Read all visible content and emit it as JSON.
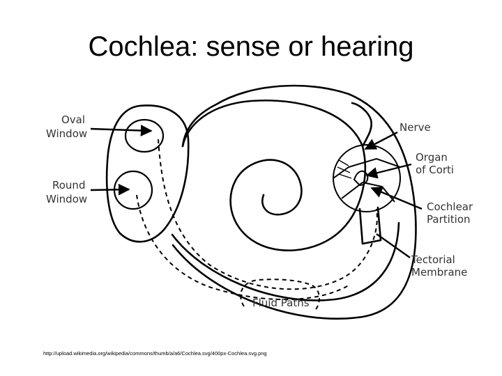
{
  "slide": {
    "title": "Cochlea: sense or hearing",
    "source_url": "http://upload.wikimedia.org/wikipedia/commons/thumb/a/a6/Cochlea.svg/400px-Cochlea.svg.png"
  },
  "diagram": {
    "labels": {
      "oval_window": [
        "Oval",
        "Window"
      ],
      "round_window": [
        "Round",
        "Window"
      ],
      "nerve": [
        "Nerve"
      ],
      "organ_of_corti": [
        "Organ",
        "of Corti"
      ],
      "cochlear_partition": [
        "Cochlear",
        "Partition"
      ],
      "tectorial_membrane": [
        "Tectorial",
        "Membrane"
      ],
      "fluid_paths": [
        "Fluid Paths"
      ]
    }
  },
  "colors": {
    "text": "#333333",
    "stroke": "#000000",
    "background": "#ffffff"
  }
}
